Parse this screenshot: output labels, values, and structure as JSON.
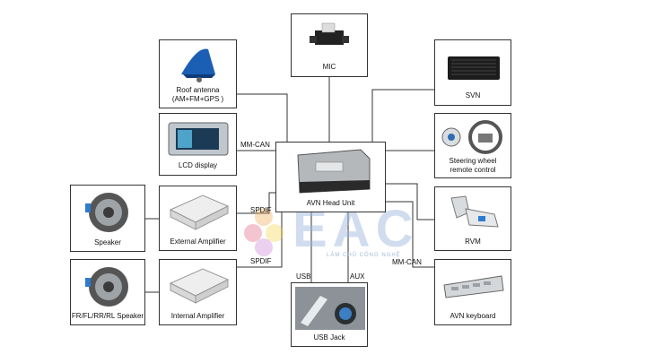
{
  "components": {
    "mic": "MIC",
    "roof_antenna_line1": "Roof antenna",
    "roof_antenna_line2": "(AM+FM+GPS )",
    "svn": "SVN",
    "lcd_display": "LCD display",
    "head_unit": "AVN Head Unit",
    "steering_line1": "Steering wheel",
    "steering_line2": "remote control",
    "speaker": "Speaker",
    "external_amplifier": "External Amplifier",
    "rvm": "RVM",
    "fr_speaker": "FR/FL/RR/RL Speaker",
    "internal_amplifier": "Internal Amplifier",
    "avn_keyboard": "AVN keyboard",
    "usb_jack": "USB Jack"
  },
  "connection_labels": {
    "mm_can_left": "MM-CAN",
    "spdif_top": "SPDIF",
    "spdif_bottom": "SPDIF",
    "usb": "USB",
    "aux": "AUX",
    "mm_can_right": "MM-CAN"
  },
  "watermark": {
    "brand": "EAC",
    "tagline": "LÀM CHỦ CÔNG NGHỆ"
  }
}
